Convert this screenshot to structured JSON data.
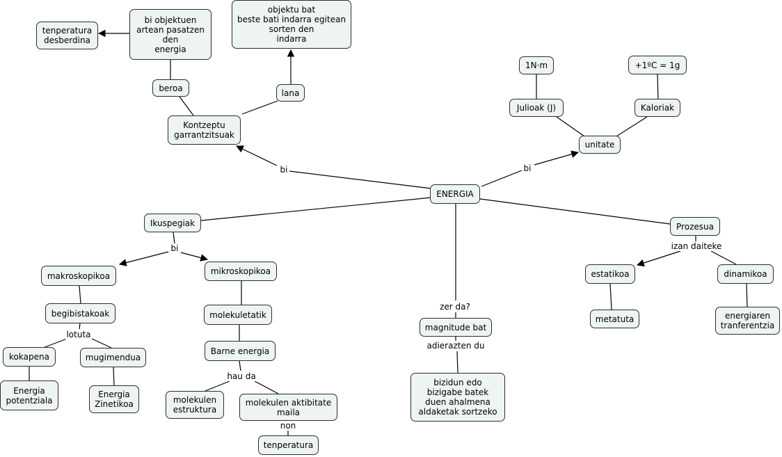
{
  "nodes": {
    "energia": "ENERGIA",
    "kontzeptu": "Kontzeptu\ngarrantzitsuak",
    "beroa": "beroa",
    "lana": "lana",
    "bi_objektuen": "bi objektuen\nartean pasatzen\nden\nenergia",
    "tenperatura_desb": "tenperatura\ndesberdina",
    "objektu_bat": "objektu bat\nbeste bati indarra egitean\nsorten den\nindarra",
    "unitate": "unitate",
    "julioak": "Julioak (J)",
    "kaloriak": "Kaloriak",
    "nm": "1N·m",
    "grad": "+1ºC = 1g",
    "ikuspegiak": "Ikuspegiak",
    "makroskopikoa": "makroskopikoa",
    "mikroskopikoa": "mikroskopikoa",
    "begibistakoak": "begibistakoak",
    "kokapena": "kokapena",
    "mugimendua": "mugimendua",
    "energia_potentziala": "Energia\npotentziala",
    "energia_zinetikoa": "Energia\nZinetikoa",
    "molekuletatik": "molekuletatik",
    "barne_energia": "Barne energia",
    "molekulen_estruktura": "molekulen\nestruktura",
    "molekulen_aktibitate": "molekulen aktibitate\nmaila",
    "tenperatura": "tenperatura",
    "magnitude": "magnitude bat",
    "bizidun": "bizidun edo\nbizigabe batek\nduen ahalmena\naldaketak sortzeko",
    "prozesua": "Prozesua",
    "estatikoa": "estatikoa",
    "dinamikoa": "dinamikoa",
    "metatuta": "metatuta",
    "energiaren": "energiaren\ntranferentzia"
  },
  "link_labels": {
    "bi_left": "bi",
    "bi_right": "bi",
    "bi_ikus": "bi",
    "lotuta": "lotuta",
    "hau_da": "hau da",
    "non": "non",
    "zer_da": "zer da?",
    "adierazten_du": "adierazten du",
    "izan_daiteke": "izan daiteke"
  },
  "colors": {
    "node_fill": "#eef3f4",
    "node_border": "#2d2d2d",
    "line": "#000000"
  }
}
